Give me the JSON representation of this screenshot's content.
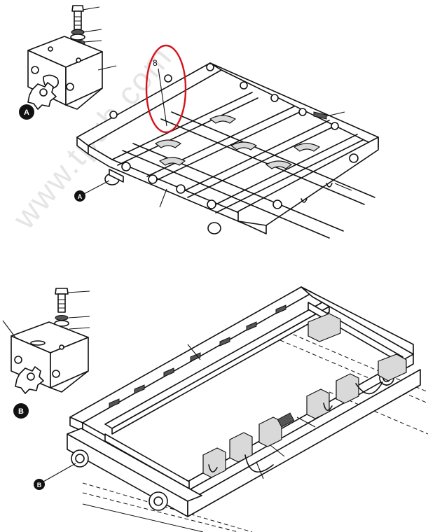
{
  "view_a": {
    "callout_label": "A",
    "pointer_label": "A",
    "item_number": "8",
    "highlight_color": "#d4141c"
  },
  "view_b": {
    "callout_label": "B",
    "pointer_label": "B"
  },
  "watermark": {
    "text": "www.tpub.com"
  },
  "colors": {
    "ink": "#111111",
    "paper": "#ffffff",
    "highlight": "#d4141c"
  }
}
